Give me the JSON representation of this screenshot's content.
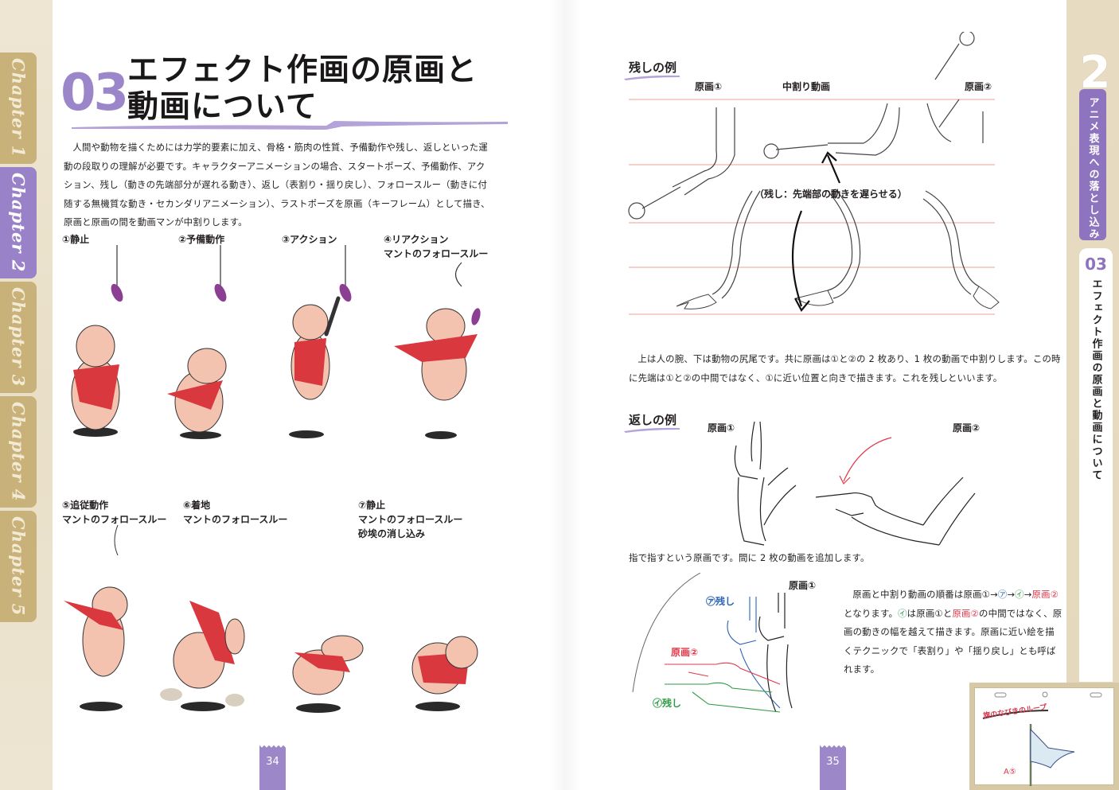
{
  "chapter_tabs": [
    {
      "label": "Chapter 1",
      "active": false
    },
    {
      "label": "Chapter 2",
      "active": true
    },
    {
      "label": "Chapter 3",
      "active": false
    },
    {
      "label": "Chapter 4",
      "active": false
    },
    {
      "label": "Chapter 5",
      "active": false
    }
  ],
  "left_page": {
    "section_number": "03",
    "title_line1": "エフェクト作画の原画と",
    "title_line2": "動画について",
    "intro": "人間や動物を描くためには力学的要素に加え、骨格・筋肉の性質、予備動作や残し、返しといった運動の段取りの理解が必要です。キャラクターアニメーションの場合、スタートポーズ、予備動作、アクション、残し（動きの先端部分が遅れる動き）、返し（表割り・揺り戻し）、フォロースルー（動きに付随する無機質な動き・セカンダリアニメーション）、ラストポーズを原画（キーフレーム）として描き、原画と原画の間を動画マンが中割りします。",
    "steps": [
      {
        "label": "①静止",
        "sub": ""
      },
      {
        "label": "②予備動作",
        "sub": ""
      },
      {
        "label": "③アクション",
        "sub": ""
      },
      {
        "label": "④リアクション",
        "sub": "マントのフォロースルー"
      },
      {
        "label": "⑤追従動作",
        "sub": "マントのフォロースルー"
      },
      {
        "label": "⑥着地",
        "sub": "マントのフォロースルー"
      },
      {
        "label": "⑦静止",
        "sub": "マントのフォロースルー",
        "sub2": "砂埃の消し込み"
      }
    ],
    "page_number": "34"
  },
  "right_page": {
    "zanshi": {
      "heading": "残しの例",
      "label_key1": "原画①",
      "label_inbetween": "中割り動画",
      "label_key2": "原画②",
      "annotation": "（残し：先端部の動きを遅らせる）",
      "caption": "上は人の腕、下は動物の尻尾です。共に原画は①と②の 2 枚あり、1 枚の動画で中割りします。この時に先端は①と②の中間ではなく、①に近い位置と向きで描きます。これを残しといいます。"
    },
    "kaeshi": {
      "heading": "返しの例",
      "label_key1": "原画①",
      "label_key2": "原画②",
      "caption": "指で指すという原画です。間に 2 枚の動画を追加します。",
      "diagram_labels": {
        "key1": "原画①",
        "key2": "原画②",
        "a_zanshi": "㋐残し",
        "i_zanshi": "㋑残し"
      },
      "explanation": {
        "part1": "原画と中割り動画の順番は原画①→",
        "sym_a": "㋐",
        "arrow": "→",
        "sym_i": "㋑",
        "part2": "→",
        "key2_red": "原画②",
        "part3": "となります。",
        "part4": "は原画①と",
        "part5": "の中間ではなく、原画の動きの幅を越えて描きます。原画に近い絵を描くテクニックで「表割り」や「揺り戻し」とも呼ばれます。"
      }
    },
    "page_number": "35"
  },
  "side_index": {
    "chapter_number": "2",
    "chapter_title": "アニメ表現への落とし込み",
    "section_number": "03",
    "section_title": "エフェクト作画の原画と動画について"
  },
  "flag_card": {
    "label": "旗のなびきのループ",
    "frame": "A⑤"
  },
  "colors": {
    "accent_purple": "#9b86c9",
    "tab_gold": "#c9b27a",
    "guide_red": "#e8897f",
    "blue_mark": "#2a63b5",
    "green_mark": "#2f9a45",
    "red_mark": "#e0384a"
  }
}
